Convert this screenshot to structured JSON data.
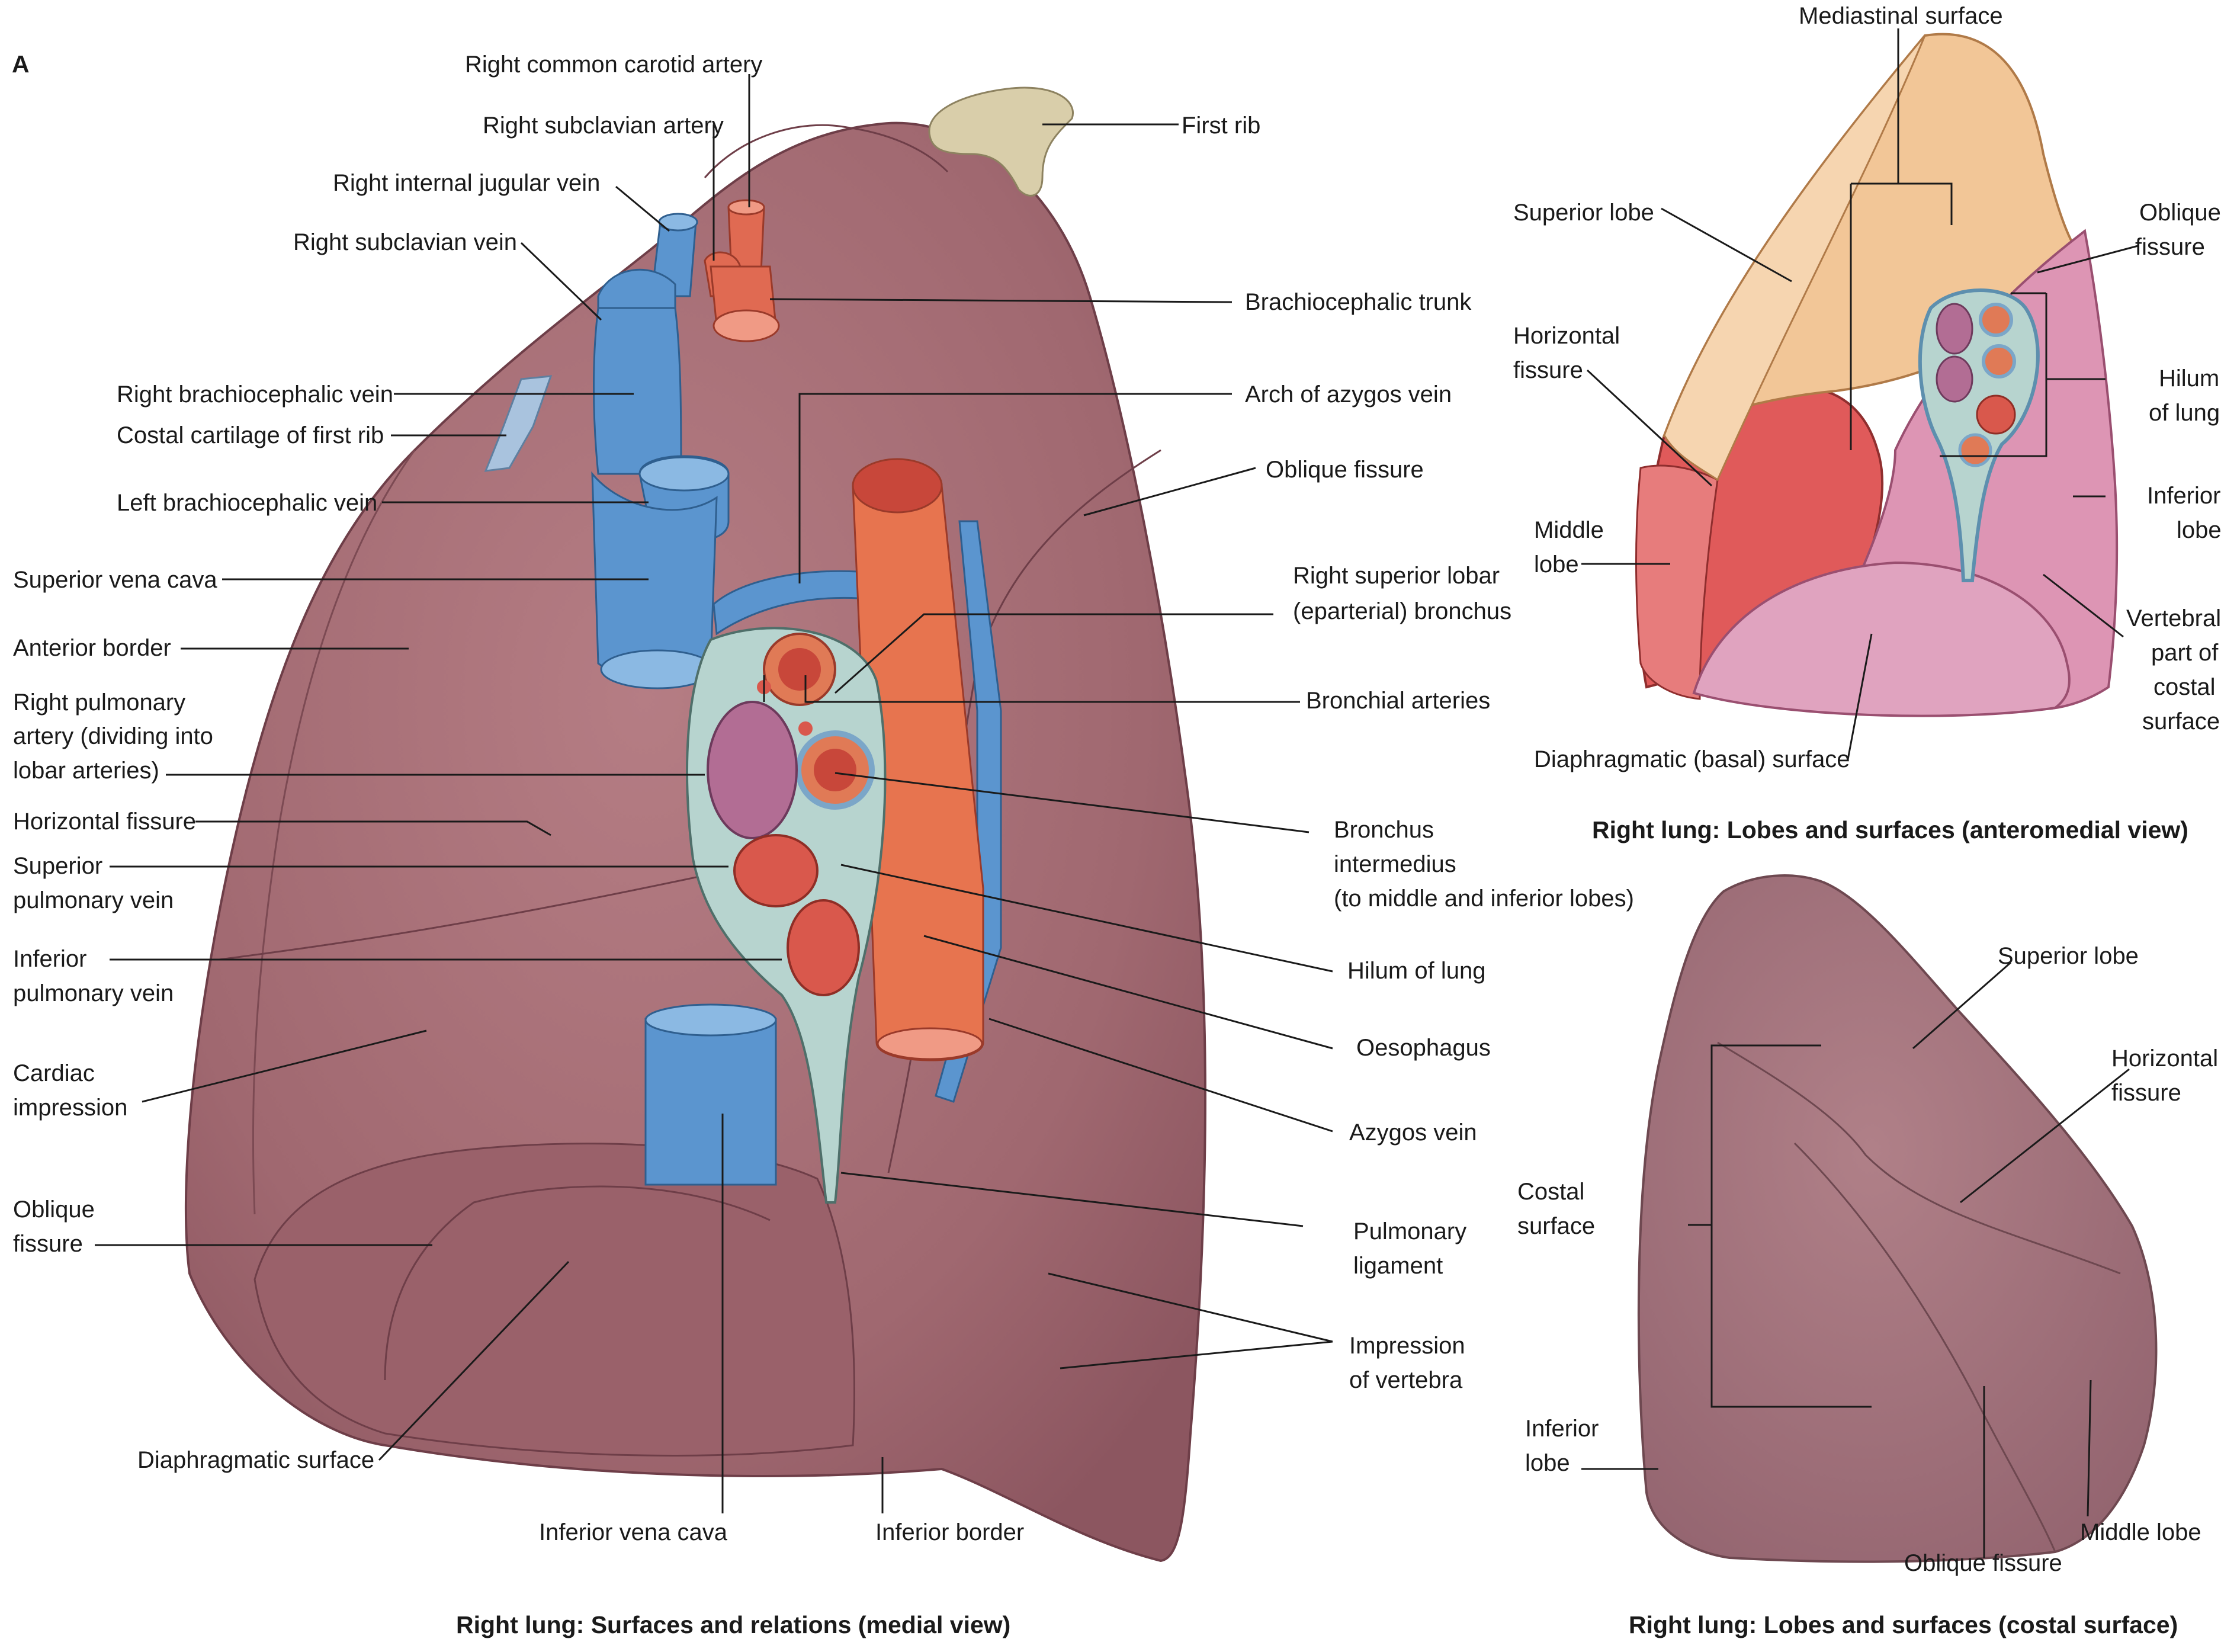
{
  "panel_letter": "A",
  "colors": {
    "lung_tissue": "#a36a72",
    "lung_edge": "#7a4750",
    "vein_blue": "#5b95cf",
    "artery_red": "#e06a52",
    "oesophagus": "#e7744f",
    "rib": "#d9ceaa",
    "superior_lobe": "#f2c697",
    "middle_lobe": "#e05a5a",
    "inferior_lobe": "#dd95b4",
    "hilum_fill": "#b7d4cf"
  },
  "medial_view": {
    "caption": "Right lung: Surfaces and relations (medial view)",
    "labels": {
      "right_common_carotid_artery": "Right common carotid artery",
      "right_subclavian_artery": "Right subclavian artery",
      "right_internal_jugular_vein": "Right internal jugular vein",
      "right_subclavian_vein": "Right subclavian vein",
      "first_rib": "First rib",
      "brachiocephalic_trunk": "Brachiocephalic trunk",
      "right_brachiocephalic_vein": "Right brachiocephalic vein",
      "costal_cartilage": "Costal cartilage of first rib",
      "arch_of_azygos_vein": "Arch of azygos vein",
      "oblique_fissure_top": "Oblique fissure",
      "left_brachiocephalic_vein": "Left brachiocephalic vein",
      "superior_vena_cava": "Superior vena cava",
      "right_superior_lobar_bronchus_1": "Right superior lobar",
      "right_superior_lobar_bronchus_2": "(eparterial) bronchus",
      "anterior_border": "Anterior border",
      "bronchial_arteries": "Bronchial arteries",
      "right_pulmonary_artery_1": "Right pulmonary",
      "right_pulmonary_artery_2": "artery (dividing into",
      "right_pulmonary_artery_3": "lobar arteries)",
      "horizontal_fissure": "Horizontal fissure",
      "bronchus_intermedius_1": "Bronchus",
      "bronchus_intermedius_2": "intermedius",
      "bronchus_intermedius_3": "(to middle and inferior lobes)",
      "superior_pulmonary_vein_1": "Superior",
      "superior_pulmonary_vein_2": "pulmonary vein",
      "inferior_pulmonary_vein_1": "Inferior",
      "inferior_pulmonary_vein_2": "pulmonary vein",
      "hilum_of_lung": "Hilum of lung",
      "oesophagus": "Oesophagus",
      "cardiac_impression_1": "Cardiac",
      "cardiac_impression_2": "impression",
      "azygos_vein": "Azygos vein",
      "oblique_fissure_bottom_1": "Oblique",
      "oblique_fissure_bottom_2": "fissure",
      "pulmonary_ligament_1": "Pulmonary",
      "pulmonary_ligament_2": "ligament",
      "impression_of_vertebra_1": "Impression",
      "impression_of_vertebra_2": "of vertebra",
      "diaphragmatic_surface": "Diaphragmatic surface",
      "inferior_vena_cava": "Inferior vena cava",
      "inferior_border": "Inferior border"
    }
  },
  "anteromedial_view": {
    "caption": "Right lung: Lobes and surfaces (anteromedial view)",
    "labels": {
      "mediastinal_surface": "Mediastinal surface",
      "superior_lobe": "Superior lobe",
      "oblique_fissure_1": "Oblique",
      "oblique_fissure_2": "fissure",
      "horizontal_fissure_1": "Horizontal",
      "horizontal_fissure_2": "fissure",
      "hilum_of_lung_1": "Hilum",
      "hilum_of_lung_2": "of lung",
      "middle_lobe_1": "Middle",
      "middle_lobe_2": "lobe",
      "inferior_lobe_1": "Inferior",
      "inferior_lobe_2": "lobe",
      "vertebral_part_1": "Vertebral",
      "vertebral_part_2": "part of",
      "vertebral_part_3": "costal",
      "vertebral_part_4": "surface",
      "diaphragmatic_basal_surface": "Diaphragmatic (basal) surface"
    }
  },
  "costal_view": {
    "caption": "Right lung: Lobes and surfaces (costal surface)",
    "labels": {
      "superior_lobe": "Superior lobe",
      "horizontal_fissure_1": "Horizontal",
      "horizontal_fissure_2": "fissure",
      "costal_surface_1": "Costal",
      "costal_surface_2": "surface",
      "inferior_lobe_1": "Inferior",
      "inferior_lobe_2": "lobe",
      "oblique_fissure": "Oblique fissure",
      "middle_lobe": "Middle lobe"
    }
  }
}
